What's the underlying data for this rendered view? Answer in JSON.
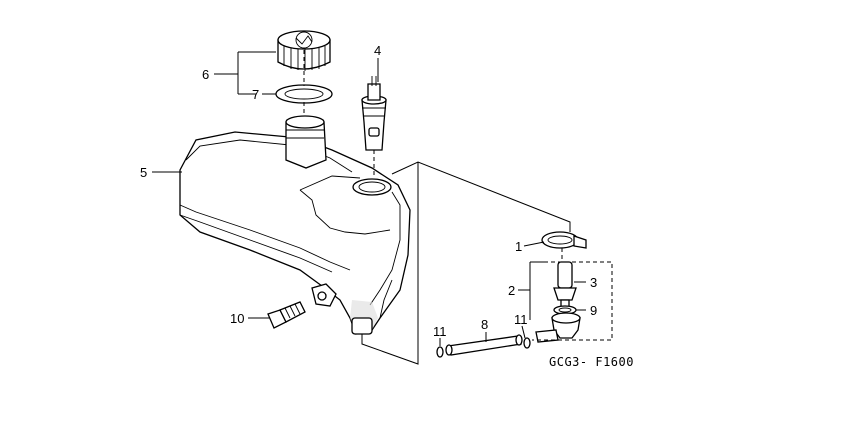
{
  "diagram_code": "GCG3- F1600",
  "callouts": {
    "c1": "1",
    "c2": "2",
    "c3": "3",
    "c4": "4",
    "c5": "5",
    "c6": "6",
    "c7": "7",
    "c8": "8",
    "c9": "9",
    "c10": "10",
    "c11a": "11",
    "c11b": "11"
  }
}
